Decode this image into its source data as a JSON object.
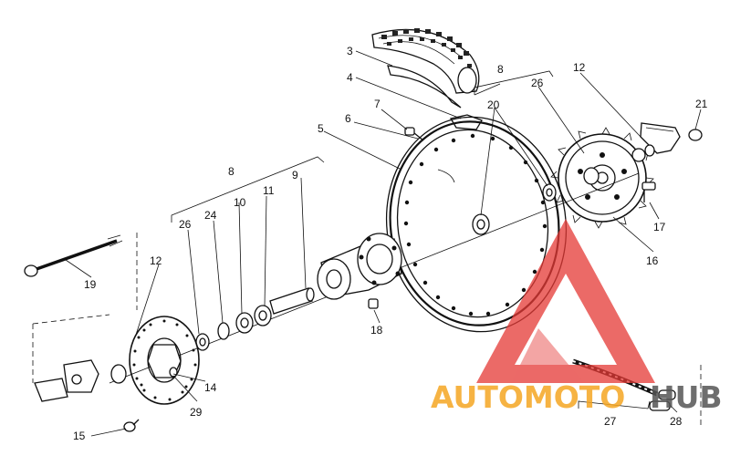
{
  "diagram": {
    "callouts": [
      "3",
      "4",
      "8",
      "12",
      "26",
      "20",
      "21",
      "7",
      "6",
      "5",
      "8",
      "9",
      "11",
      "10",
      "24",
      "26",
      "17",
      "16",
      "19",
      "12",
      "18",
      "14",
      "29",
      "15",
      "27",
      "28"
    ]
  },
  "watermark": {
    "text_part1": "AUTOMOTO",
    "text_part2": "HUB",
    "color_triangle": "#e53935",
    "color_auto": "#f5a623",
    "color_hub": "#555555"
  }
}
